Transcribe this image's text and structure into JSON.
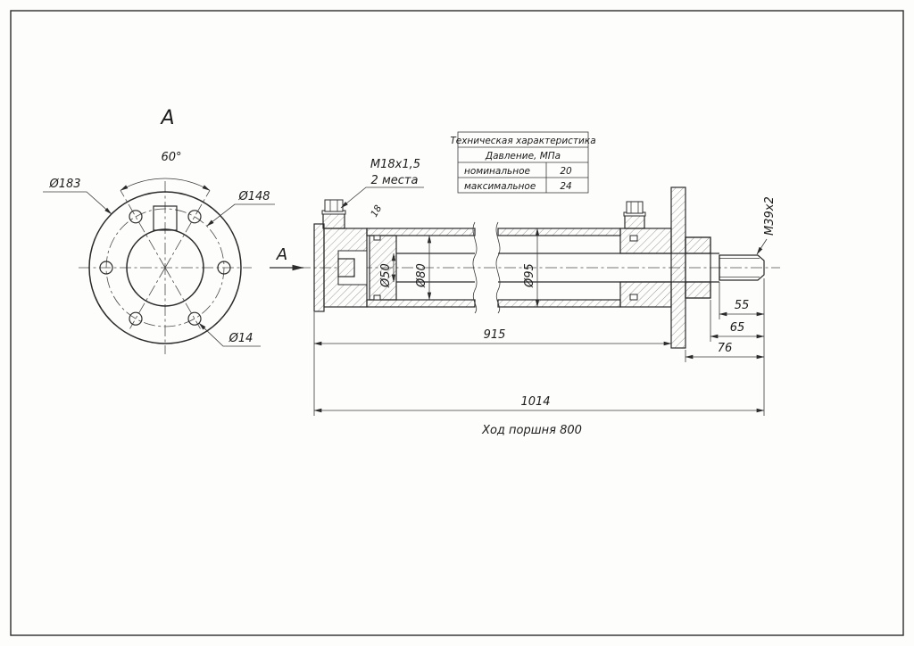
{
  "colors": {
    "line": "#2b2b2b",
    "paper": "#fdfdfc"
  },
  "flange_view": {
    "view_label": "A",
    "angle": "60°",
    "outer_dia": "Ø183",
    "bolt_circle_dia": "Ø148",
    "hole_dia": "Ø14"
  },
  "section_view": {
    "cut_label": "A",
    "port_thread": "M18x1,5",
    "port_places": "2 места",
    "port_dim": "18",
    "rod_dia": "Ø50",
    "bore_dia": "Ø80",
    "tube_dia": "Ø95",
    "rod_thread": "M39x2",
    "dims": {
      "thread_length": "55",
      "rod_extension": "65",
      "flange_to_rod_end": "76",
      "body_length": "915",
      "overall_length": "1014",
      "stroke_note": "Ход поршня 800"
    }
  },
  "spec_table": {
    "title": "Техническая характеристика",
    "subtitle": "Давление, МПа",
    "rows": [
      {
        "label": "номинальное",
        "value": "20"
      },
      {
        "label": "максимальное",
        "value": "24"
      }
    ]
  }
}
